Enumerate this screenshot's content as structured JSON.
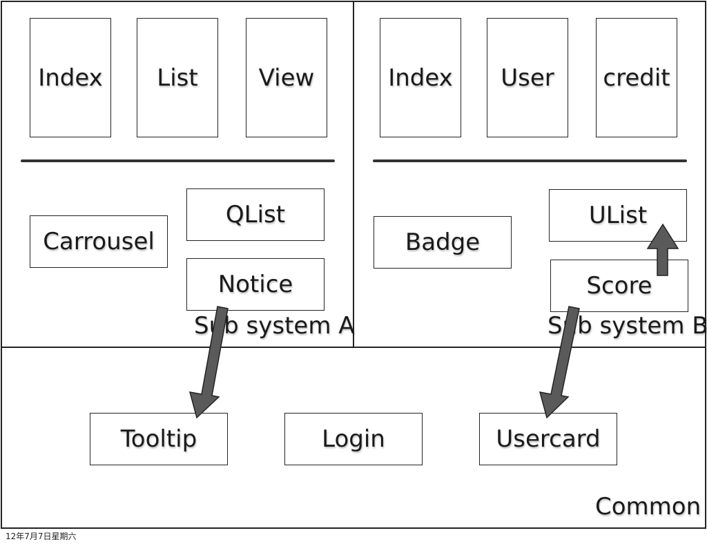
{
  "subsystem_a": {
    "label": "Sub system A",
    "pages": [
      "Index",
      "List",
      "View"
    ],
    "modules": {
      "carrousel": "Carrousel",
      "qlist": "QList",
      "notice": "Notice"
    }
  },
  "subsystem_b": {
    "label": "Sub system B",
    "pages": [
      "Index",
      "User",
      "credit"
    ],
    "modules": {
      "badge": "Badge",
      "ulist": "UList",
      "score": "Score"
    }
  },
  "common": {
    "label": "Common",
    "modules": {
      "tooltip": "Tooltip",
      "login": "Login",
      "usercard": "Usercard"
    }
  },
  "footer": {
    "date": "12年7月7日星期六"
  },
  "colors": {
    "arrow": "#5a5a5a",
    "line": "#222222"
  }
}
